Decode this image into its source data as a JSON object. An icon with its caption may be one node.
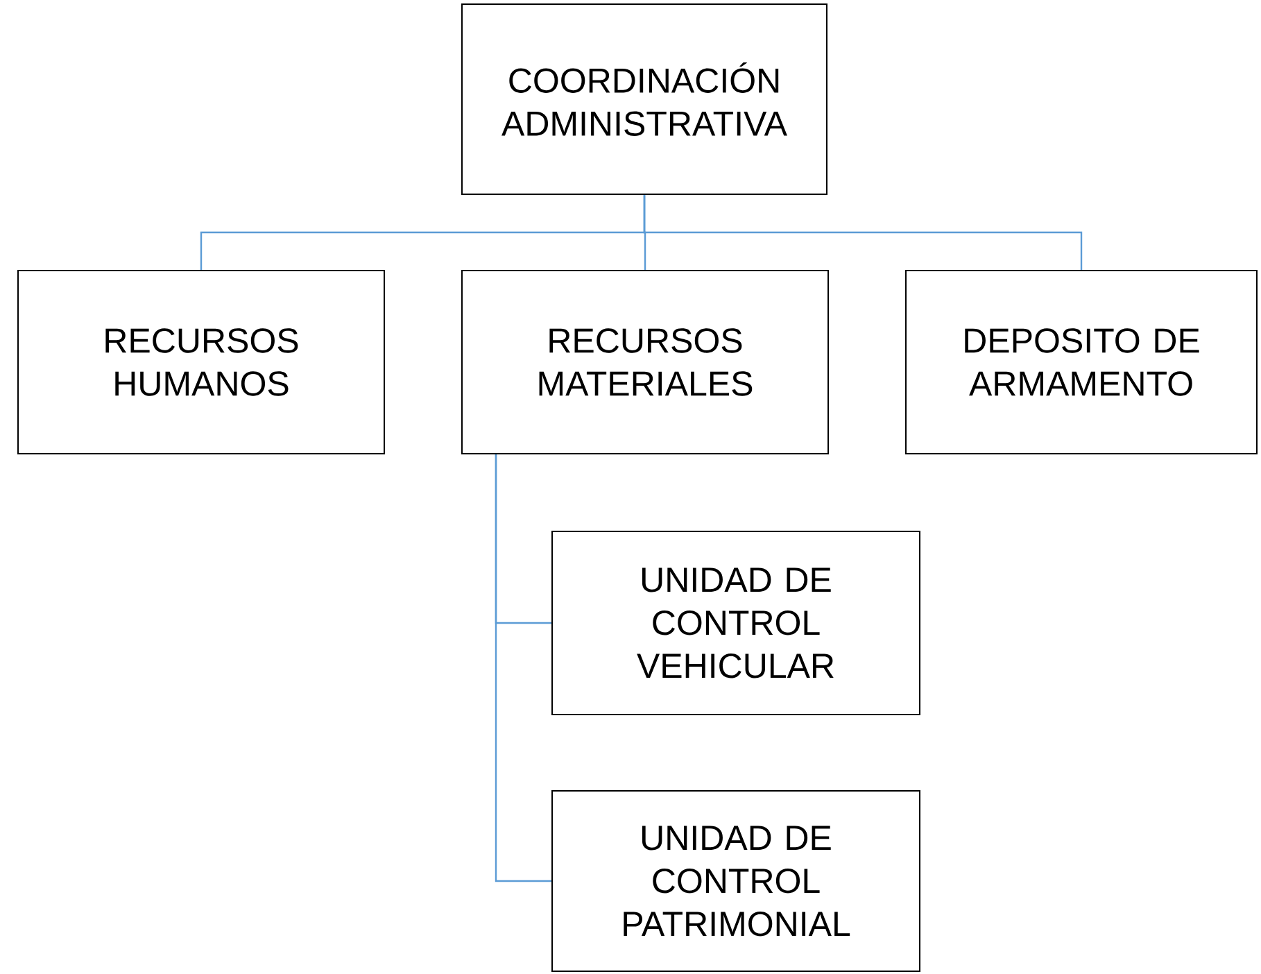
{
  "diagram": {
    "nodes": [
      {
        "text": [
          "COORDINACIÓN ADMINISTRATIVA"
        ]
      },
      {
        "text": [
          "RECURSOS HUMANOS"
        ]
      },
      {
        "text": [
          "RECURSOS MATERIALES"
        ]
      },
      {
        "text": [
          "DEPOSITO DE ARMAMENTO"
        ]
      },
      {
        "text": [
          "UNIDAD DE CONTROL VEHICULAR"
        ]
      },
      {
        "text": [
          "UNIDAD DE CONTROL PATRIMONIAL"
        ]
      }
    ],
    "edges": [
      {
        "from": 0,
        "to": 1,
        "arrow": "none"
      },
      {
        "from": 0,
        "to": 2,
        "arrow": "none"
      },
      {
        "from": 0,
        "to": 3,
        "arrow": "none"
      },
      {
        "from": 2,
        "to": 4,
        "arrow": "none"
      },
      {
        "from": 2,
        "to": 5,
        "arrow": "none"
      }
    ]
  }
}
